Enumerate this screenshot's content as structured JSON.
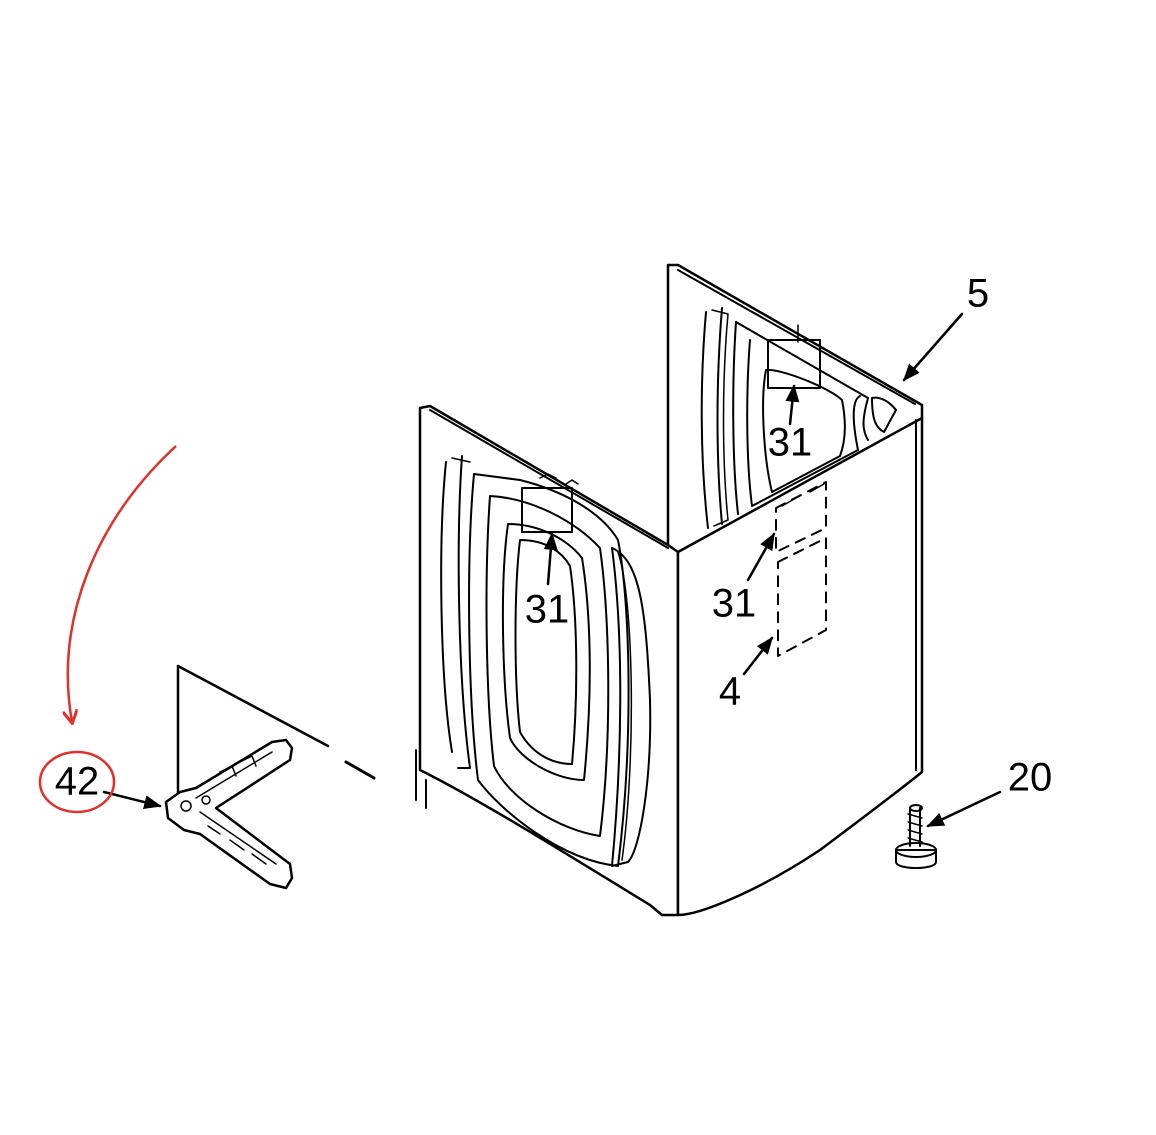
{
  "callouts": {
    "part_5": "5",
    "part_31_top": "31",
    "part_31_front": "31",
    "part_31_side": "31",
    "part_4": "4",
    "part_42": "42",
    "part_20": "20"
  },
  "colors": {
    "line": "#000000",
    "highlight": "#e0302a",
    "background": "#ffffff"
  }
}
